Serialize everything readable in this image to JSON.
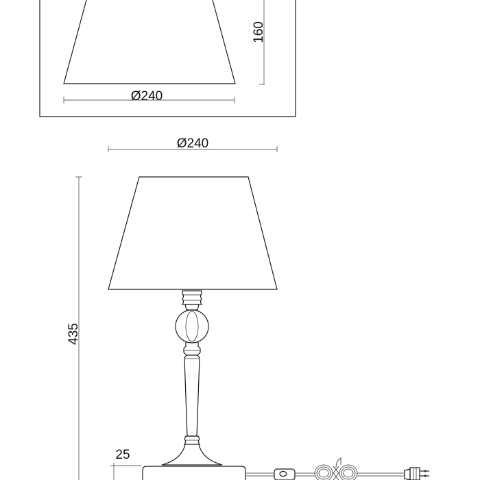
{
  "dimensions": {
    "shade_diameter_detail": "Ø240",
    "shade_height_detail": "160",
    "shade_diameter_main": "Ø240",
    "total_height": "435",
    "base_height": "25"
  }
}
